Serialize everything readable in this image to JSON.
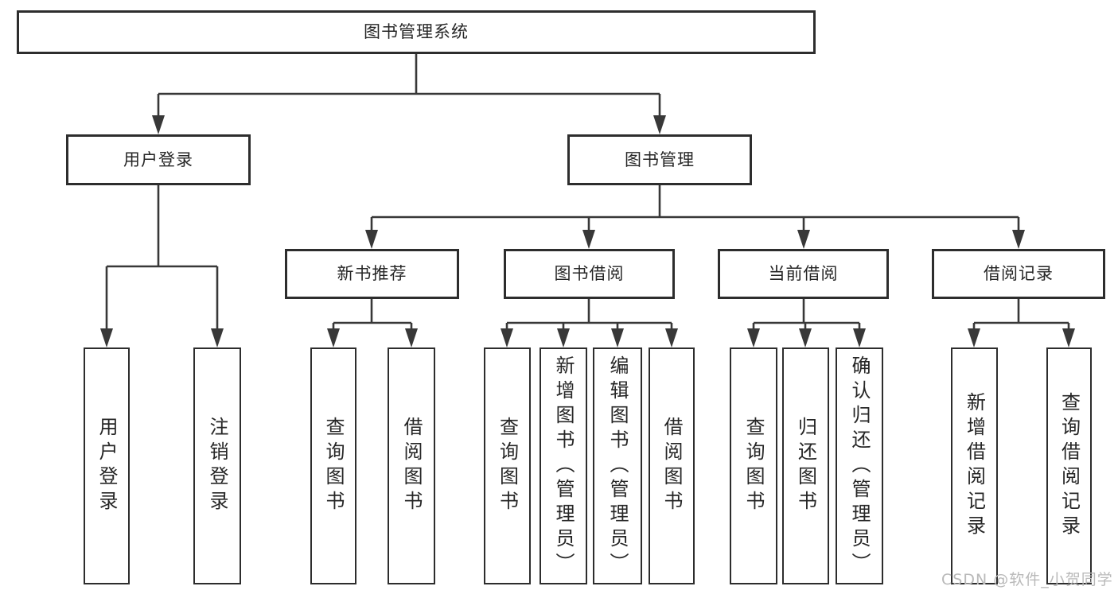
{
  "tree": {
    "label": "图书管理系统",
    "children": [
      {
        "label": "用户登录",
        "children": [
          {
            "label": "用户登录"
          },
          {
            "label": "注销登录"
          }
        ]
      },
      {
        "label": "图书管理",
        "children": [
          {
            "label": "新书推荐",
            "children": [
              {
                "label": "查询图书"
              },
              {
                "label": "借阅图书"
              }
            ]
          },
          {
            "label": "图书借阅",
            "children": [
              {
                "label": "查询图书"
              },
              {
                "label": "新增图书（管理员）"
              },
              {
                "label": "编辑图书（管理员）"
              },
              {
                "label": "借阅图书"
              }
            ]
          },
          {
            "label": "当前借阅",
            "children": [
              {
                "label": "查询图书"
              },
              {
                "label": "归还图书"
              },
              {
                "label": "确认归还（管理员）"
              }
            ]
          },
          {
            "label": "借阅记录",
            "children": [
              {
                "label": "新增借阅记录"
              },
              {
                "label": "查询借阅记录"
              }
            ]
          }
        ]
      }
    ]
  },
  "watermark": "CSDN @软件_小贺同学",
  "colors": {
    "line": "#383838",
    "box_border": "#2d2d2d",
    "text": "#262626",
    "background": "#ffffff",
    "watermark": "#b9b9b9"
  }
}
